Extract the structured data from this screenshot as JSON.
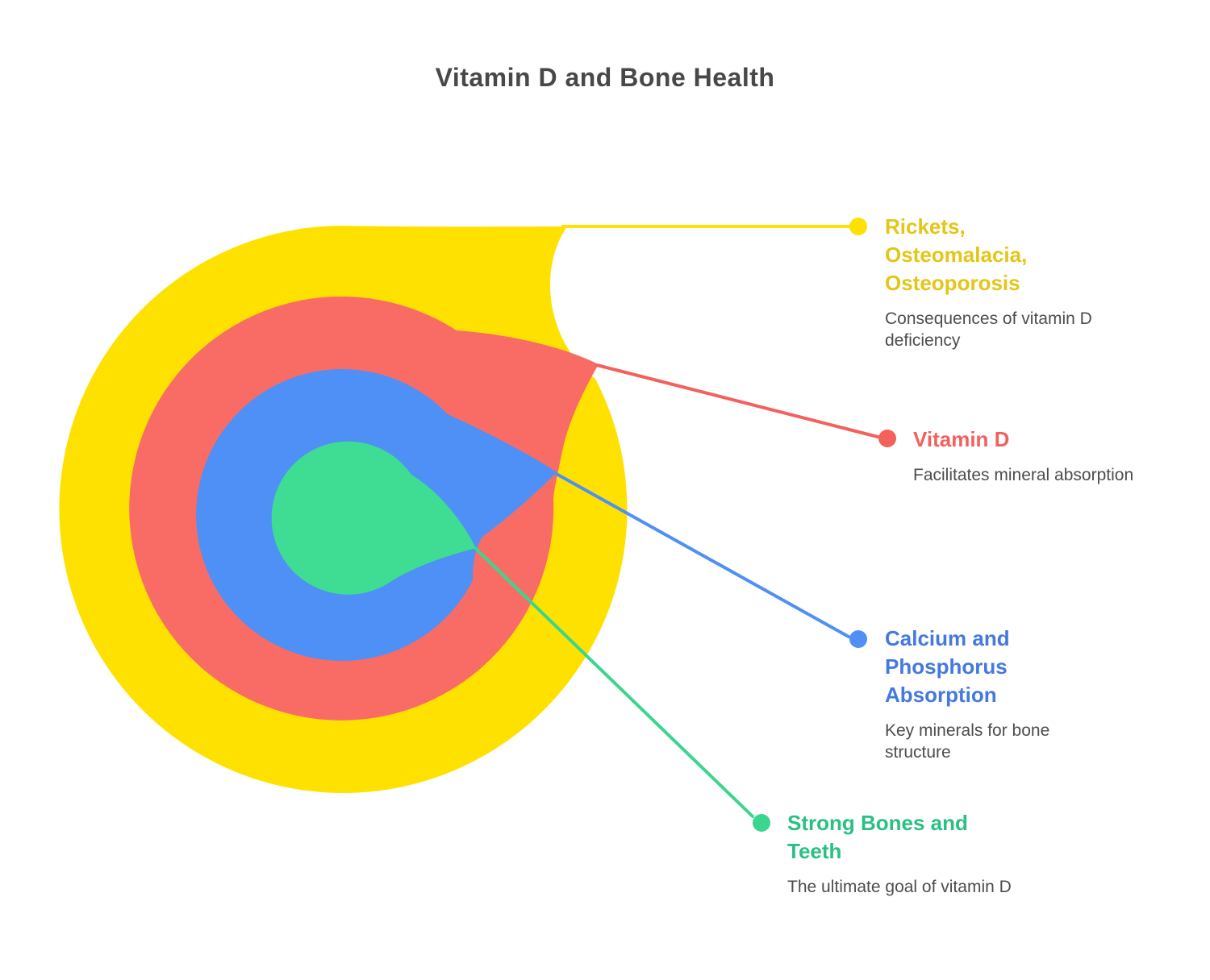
{
  "page_title": "Vitamin D and Bone Health",
  "text_colors": {
    "heading": "#484848",
    "description": "#4D4D4D"
  },
  "items": [
    {
      "key": "consequences",
      "label": "Rickets,\nOsteomalacia,\nOsteoporosis",
      "description": "Consequences of vitamin D\ndeficiency",
      "blob_color": "#FFE100",
      "accent_color": "#FFE100",
      "label_color": "#E3C616"
    },
    {
      "key": "vitamin-d",
      "label": "Vitamin D",
      "description": "Facilitates mineral absorption",
      "blob_color": "#F96C66",
      "accent_color": "#F2615C",
      "label_color": "#F2615C"
    },
    {
      "key": "calcium-phosphorus",
      "label": "Calcium and\nPhosphorus\nAbsorption",
      "description": "Key minerals for bone\nstructure",
      "blob_color": "#4E90F5",
      "accent_color": "#4E90F5",
      "label_color": "#4479DE"
    },
    {
      "key": "strong-bones",
      "label": "Strong Bones and\nTeeth",
      "description": "The ultimate goal of vitamin D",
      "blob_color": "#3EDD93",
      "accent_color": "#3BD68E",
      "label_color": "#2AC083"
    }
  ]
}
